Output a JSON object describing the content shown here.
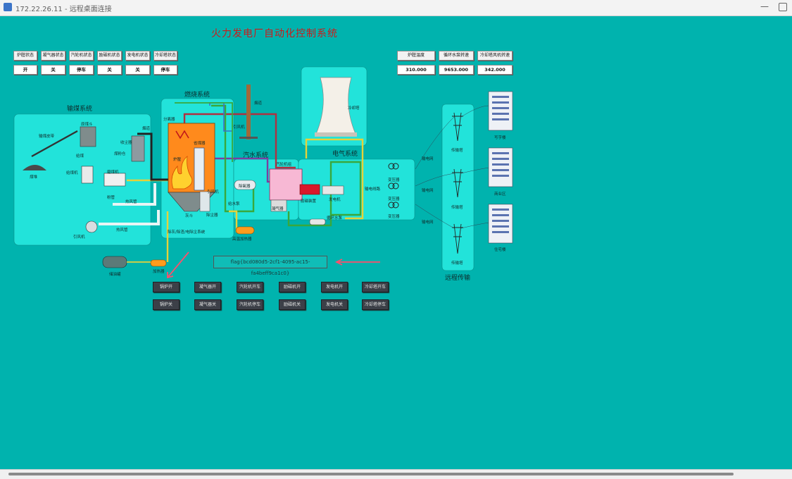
{
  "window": {
    "title": "172.22.26.11 - 远程桌面连接",
    "minimize": "—"
  },
  "page": {
    "title": "火力发电厂自动化控制系统"
  },
  "status_panel": {
    "labels": [
      "炉膛状态",
      "凝气器状态",
      "汽轮机状态",
      "励磁机状态",
      "发电机状态",
      "冷却塔状态"
    ],
    "values": [
      "开",
      "关",
      "停车",
      "关",
      "关",
      "停车"
    ]
  },
  "readouts": {
    "labels": [
      "炉膛温度",
      "循环水泵转速",
      "冷却塔风机转速"
    ],
    "values": [
      "310.000",
      "9653.000",
      "342.000"
    ]
  },
  "sections": {
    "coal": "输煤系统",
    "combustion": "燃烧系统",
    "steam_water": "汽水系统",
    "electrical": "电气系统",
    "transmission": "远程传输",
    "cooling_tower": "冷却塔"
  },
  "labels": {
    "coal_conveyor": "输煤皮带",
    "coal_hopper": "原煤斗",
    "coal_pile": "煤堆",
    "dust_collector": "收尘器",
    "coal_bin": "煤粉仓",
    "feeder": "给煤",
    "coal_mill": "磨煤机",
    "crusher": "给煤机",
    "ash_pipe": "粉管",
    "hot_air_pipe": "热风管",
    "hot_air_pipe2": "热风管",
    "fan_left": "引风机",
    "duct": "烟道",
    "chimney": "烟道",
    "economizer": "省煤器",
    "superheater": "分离器",
    "furnace": "炉膛",
    "induced_fan": "引风机",
    "induced_fan2": "引风机",
    "scrubber": "除尘器",
    "desulfur": "除灰/除渣/电除尘系统",
    "ash": "灰斗",
    "deaerator": "除氧器",
    "feed_pump": "给水泵",
    "heater": "高温加热器",
    "turbine": "汽轮机组",
    "condenser": "凝气器",
    "exciter": "励磁装置",
    "generator": "发电机",
    "circ_pump": "循环水泵",
    "transformer1": "变压器",
    "transformer2": "变压器",
    "transformer3": "变压器",
    "tower1": "传输塔",
    "tower2": "传输塔",
    "tower3": "传输塔",
    "line1": "输电网",
    "line2": "输电网",
    "line3": "输电网",
    "power_line": "输电线路",
    "building1": "写字楼",
    "building2": "商业区",
    "building3": "住宅楼",
    "oil_tank": "储油罐",
    "oil_heater": "加热器"
  },
  "flag": "flag{bcd080d5-2cf1-4095-ac15-fa4beff9ca1c0}",
  "controls": {
    "start": [
      "锅炉开",
      "凝气器开",
      "汽轮机开车",
      "励磁机开",
      "发电机开",
      "冷却塔开车"
    ],
    "stop": [
      "锅炉关",
      "凝气器关",
      "汽轮机停车",
      "励磁机关",
      "发电机关",
      "冷却塔停车"
    ]
  },
  "colors": {
    "background": "#00b3ae",
    "panel": "#1ee0d8",
    "accent_red": "#cc1b1b",
    "furnace": "#ff8a1c",
    "steam": "#cc2b5e"
  }
}
